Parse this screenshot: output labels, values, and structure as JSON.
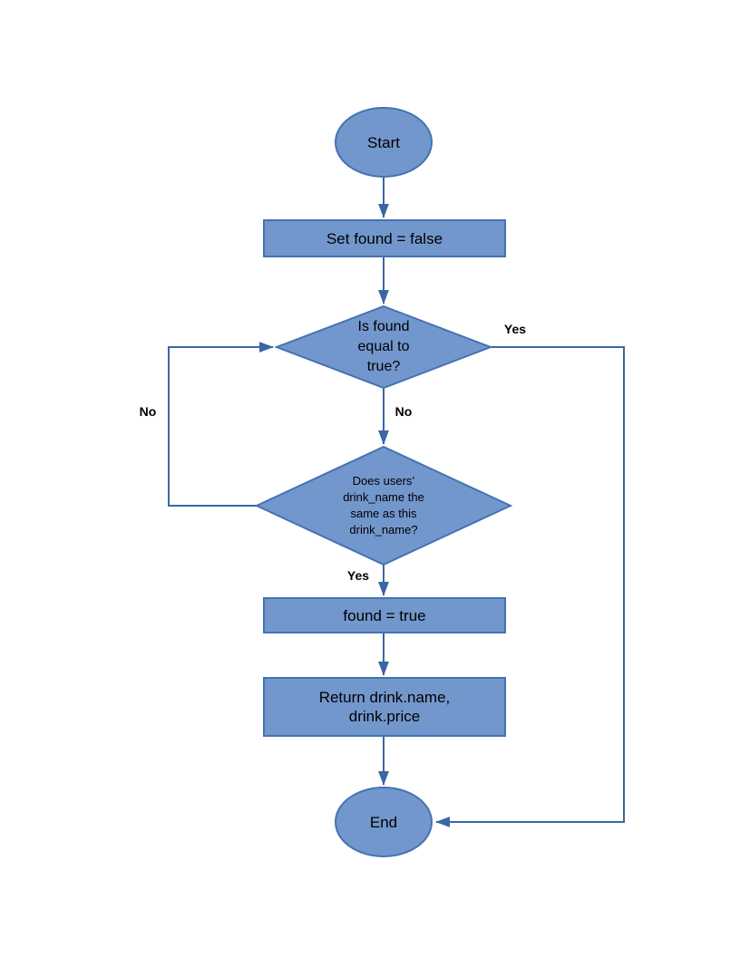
{
  "page": {
    "background": "#ffffff"
  },
  "flowchart": {
    "colors": {
      "node_fill": "#7297cc",
      "node_stroke": "#4472b4",
      "connector": "#3a66a4",
      "text": "#000000",
      "label_text": "#000000"
    },
    "nodes": {
      "start": {
        "shape": "terminator-ellipse",
        "label": "Start"
      },
      "set_found": {
        "shape": "process-rect",
        "label": "Set found = false"
      },
      "is_found": {
        "shape": "decision-diamond",
        "label": "Is found\nequal to\ntrue?"
      },
      "drink_match": {
        "shape": "decision-diamond",
        "label": "Does users’\ndrink_name the\nsame as this\ndrink_name?"
      },
      "found_true": {
        "shape": "process-rect",
        "label": "found = true"
      },
      "return_drink": {
        "shape": "process-rect",
        "label": "Return drink.name,\ndrink.price"
      },
      "end": {
        "shape": "terminator-ellipse",
        "label": "End"
      }
    },
    "edge_labels": {
      "is_found_yes": "Yes",
      "is_found_no": "No",
      "drink_match_no": "No",
      "drink_match_yes": "Yes"
    }
  }
}
